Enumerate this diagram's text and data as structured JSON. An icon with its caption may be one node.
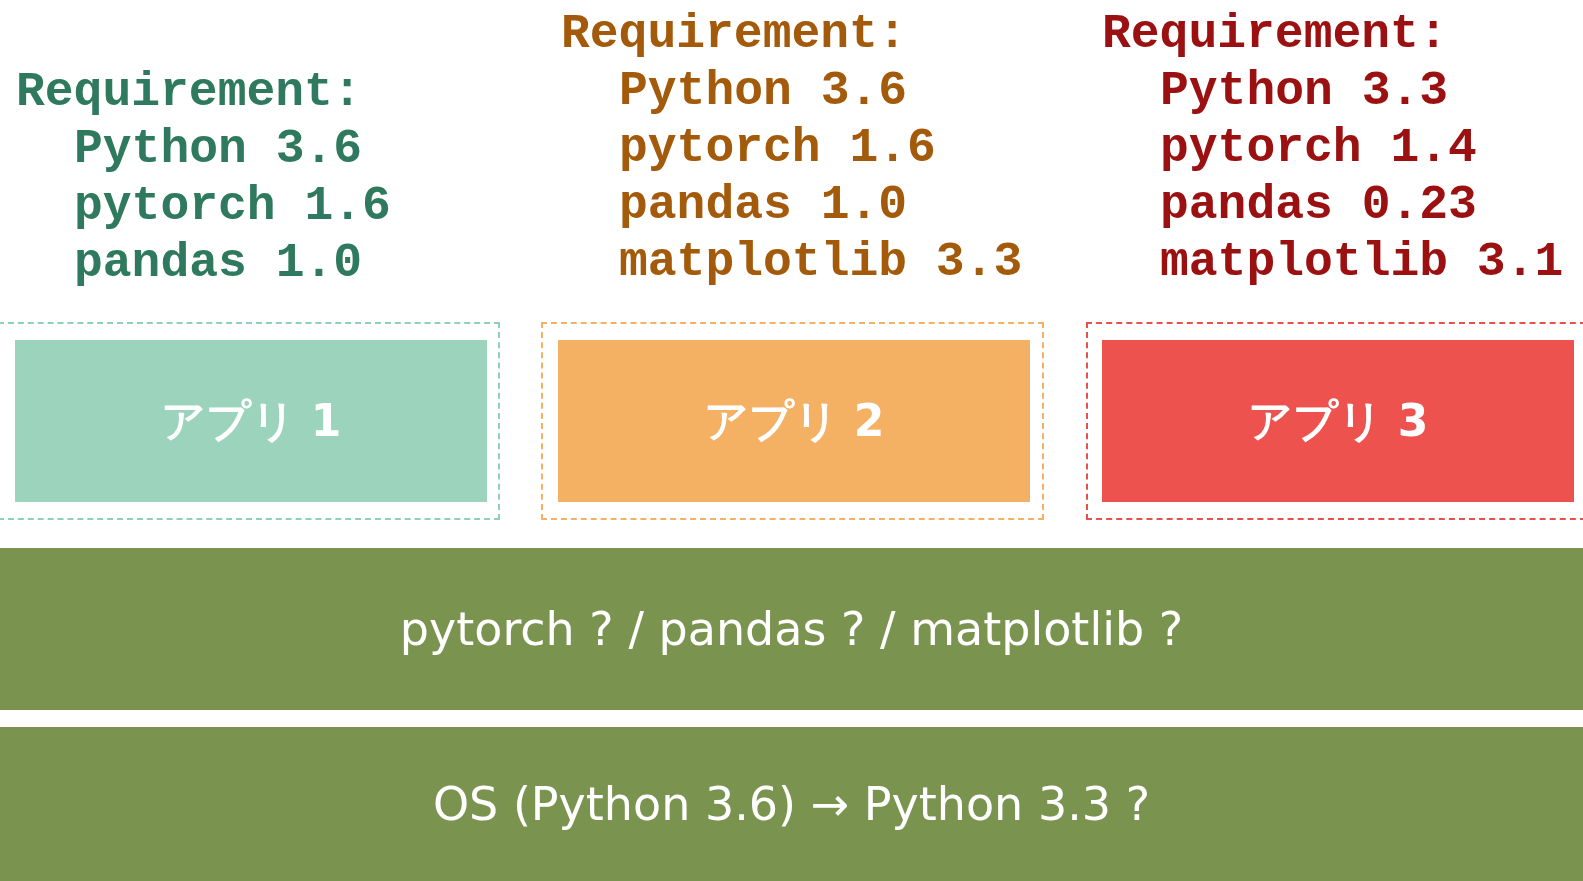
{
  "diagram": {
    "nodes": [
      {
        "text": [
          "Requirement:",
          "Python 3.6",
          "pytorch 1.6",
          "pandas 1.0"
        ]
      },
      {
        "text": [
          "アプリ 1"
        ],
        "in": 0
      },
      {
        "text": [
          "Requirement:",
          "Python 3.6",
          "pytorch 1.6",
          "pandas 1.0",
          "matplotlib 3.3"
        ]
      },
      {
        "text": [
          "アプリ 2"
        ],
        "in": 2
      },
      {
        "text": [
          "Requirement:",
          "Python 3.3",
          "pytorch 1.4",
          "pandas 0.23",
          "matplotlib 3.1"
        ]
      },
      {
        "text": [
          "アプリ 3"
        ],
        "in": 4
      },
      {
        "text": [
          "pytorch ? / pandas ? / matplotlib ?"
        ]
      },
      {
        "text": [
          "OS (Python 3.6) → Python 3.3 ?"
        ]
      }
    ]
  }
}
